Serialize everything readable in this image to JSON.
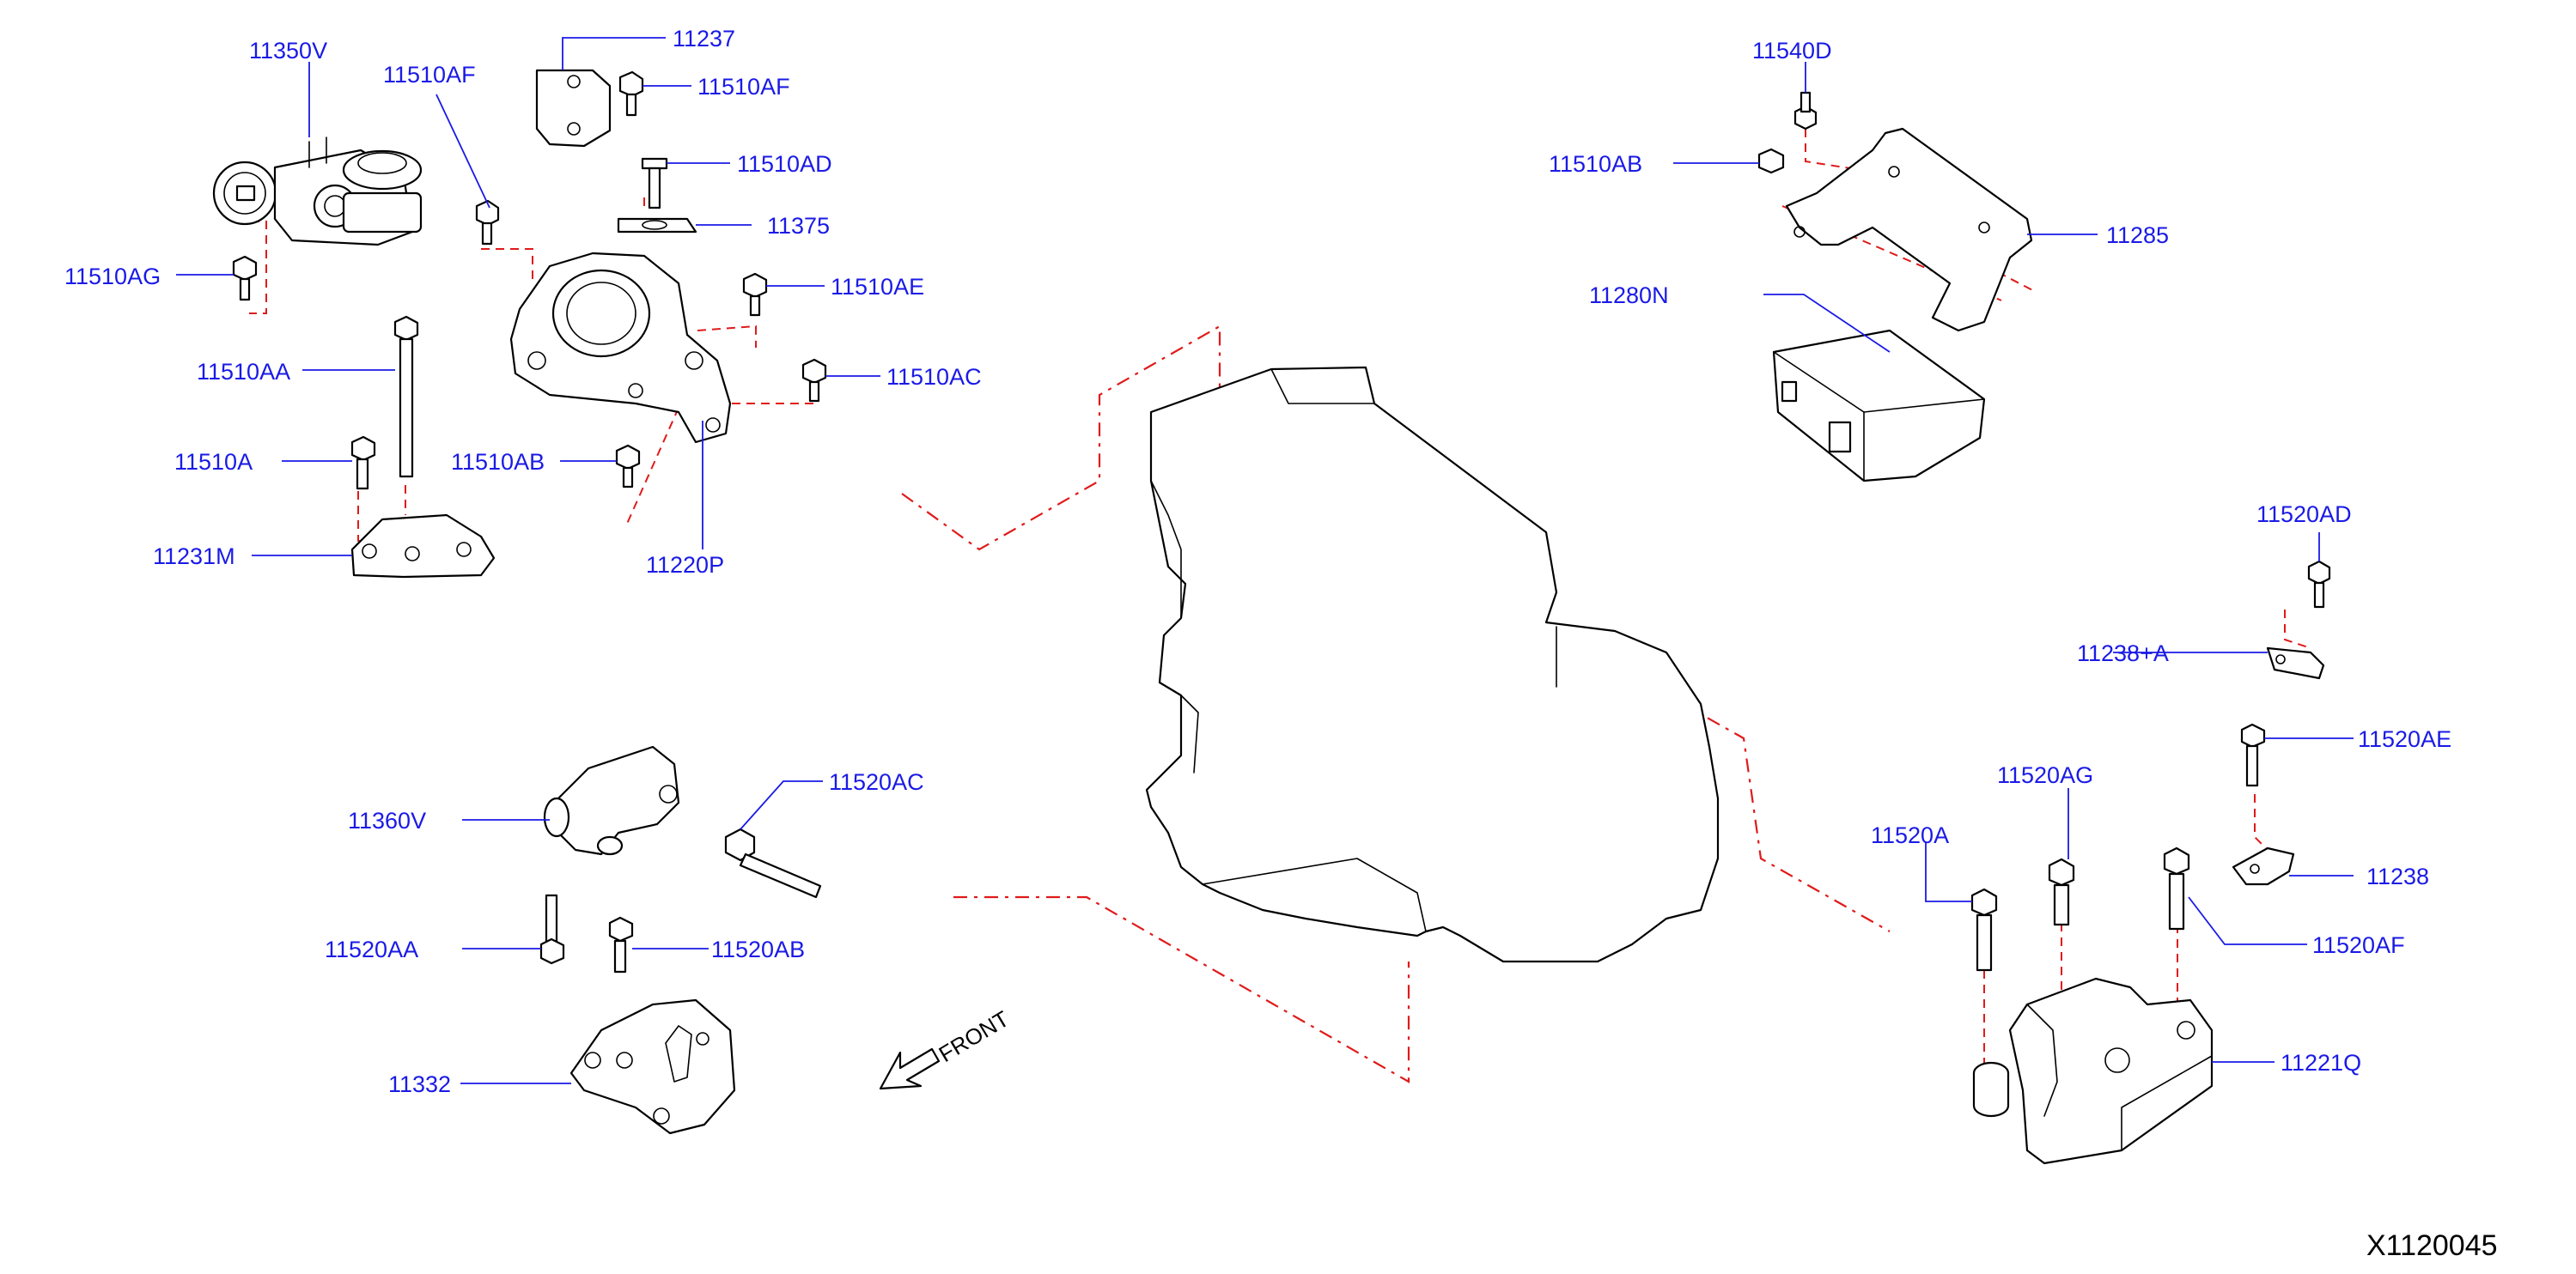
{
  "diagram_id": "X1120045",
  "front_label": "FRONT",
  "parts": {
    "p11350V": "11350V",
    "p11510AF_a": "11510AF",
    "p11237": "11237",
    "p11510AF_b": "11510AF",
    "p11510AD": "11510AD",
    "p11375": "11375",
    "p11510AG": "11510AG",
    "p11510AE": "11510AE",
    "p11510AA": "11510AA",
    "p11510AC": "11510AC",
    "p11510A": "11510A",
    "p11510AB_a": "11510AB",
    "p11231M": "11231M",
    "p11220P": "11220P",
    "p11540D": "11540D",
    "p11510AB_b": "11510AB",
    "p11285": "11285",
    "p11280N": "11280N",
    "p11520AD": "11520AD",
    "p11238A": "11238+A",
    "p11520AE": "11520AE",
    "p11520AG": "11520AG",
    "p11520A": "11520A",
    "p11238": "11238",
    "p11520AF": "11520AF",
    "p11221Q": "11221Q",
    "p11360V": "11360V",
    "p11520AC": "11520AC",
    "p11520AA": "11520AA",
    "p11520AB": "11520AB",
    "p11332": "11332"
  },
  "colors": {
    "callout_text": "#1a1ae6",
    "reference_line": "#e01a1a",
    "part_outline": "#000000"
  }
}
